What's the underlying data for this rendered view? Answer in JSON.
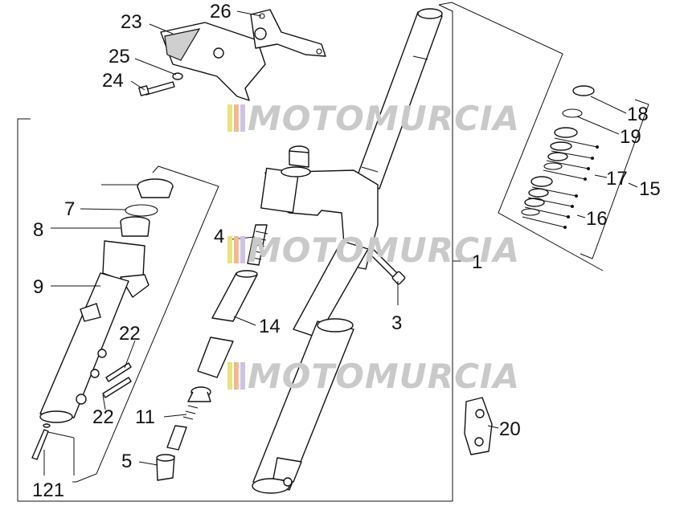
{
  "labels": {
    "l1": "1",
    "l3": "3",
    "l4": "4",
    "l5": "5",
    "l7": "7",
    "l8": "8",
    "l9": "9",
    "l11": "11",
    "l14": "14",
    "l15": "15",
    "l16": "16",
    "l17": "17",
    "l18": "18",
    "l19": "19",
    "l20": "20",
    "l22a": "22",
    "l22b": "22",
    "l23": "23",
    "l24": "24",
    "l25": "25",
    "l26": "26",
    "l121": "121"
  },
  "watermark": {
    "text": "MOTOMURCIA",
    "colors": {
      "c1": "#e8e37a",
      "c2": "#f2b98f",
      "c3": "#cfc2e6",
      "text": "#c9c9c9"
    }
  }
}
